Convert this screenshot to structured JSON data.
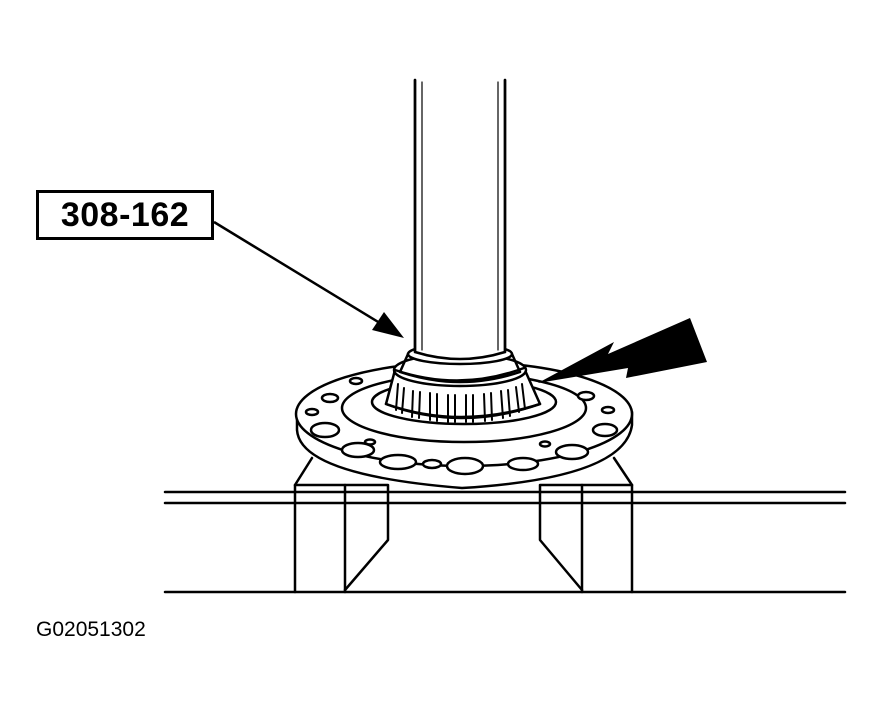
{
  "callout": {
    "tool_number": "308-162"
  },
  "figure": {
    "id": "G02051302"
  },
  "icons": {
    "pointer_arrow": "thin-leader-arrow",
    "direction_arrow": "solid-double-arrow"
  },
  "colors": {
    "ink": "#000000",
    "paper": "#ffffff"
  }
}
